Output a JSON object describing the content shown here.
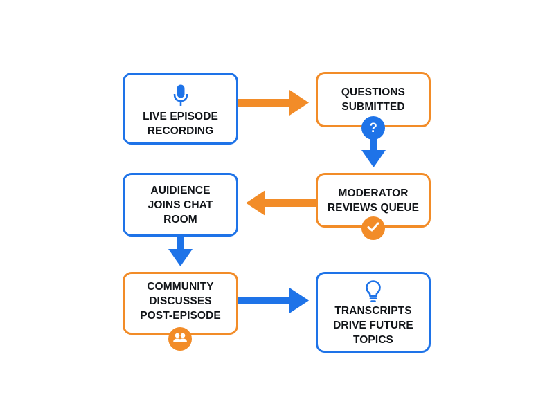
{
  "colors": {
    "blue": "#1E73E8",
    "orange": "#F28C28",
    "text": "#111418"
  },
  "nodes": [
    {
      "id": "live-episode",
      "label": "LIVE EPISODE\nRECORDING",
      "color": "blue",
      "icon": "microphone-icon"
    },
    {
      "id": "questions",
      "label": "QUESTIONS\nSUBMITTED",
      "color": "orange",
      "badge": "question-mark-icon",
      "badge_text": "?"
    },
    {
      "id": "moderator",
      "label": "MODERATOR\nREVIEWS QUEUE",
      "color": "orange",
      "badge": "checkmark-icon"
    },
    {
      "id": "audience",
      "label": "AUIDIENCE\nJOINS CHAT\nROOM",
      "color": "blue"
    },
    {
      "id": "community",
      "label": "COMMUNITY\nDISCUSSES\nPOST-EPISODE",
      "color": "orange",
      "badge": "people-icon"
    },
    {
      "id": "transcripts",
      "label": "TRANSCRIPTS\nDRIVE FUTURE\nTOPICS",
      "color": "blue",
      "icon": "lightbulb-icon"
    }
  ],
  "edges": [
    {
      "from": "live-episode",
      "to": "questions",
      "color": "orange"
    },
    {
      "from": "questions",
      "to": "moderator",
      "color": "blue"
    },
    {
      "from": "moderator",
      "to": "audience",
      "color": "orange"
    },
    {
      "from": "audience",
      "to": "community",
      "color": "blue"
    },
    {
      "from": "community",
      "to": "transcripts",
      "color": "blue"
    }
  ]
}
